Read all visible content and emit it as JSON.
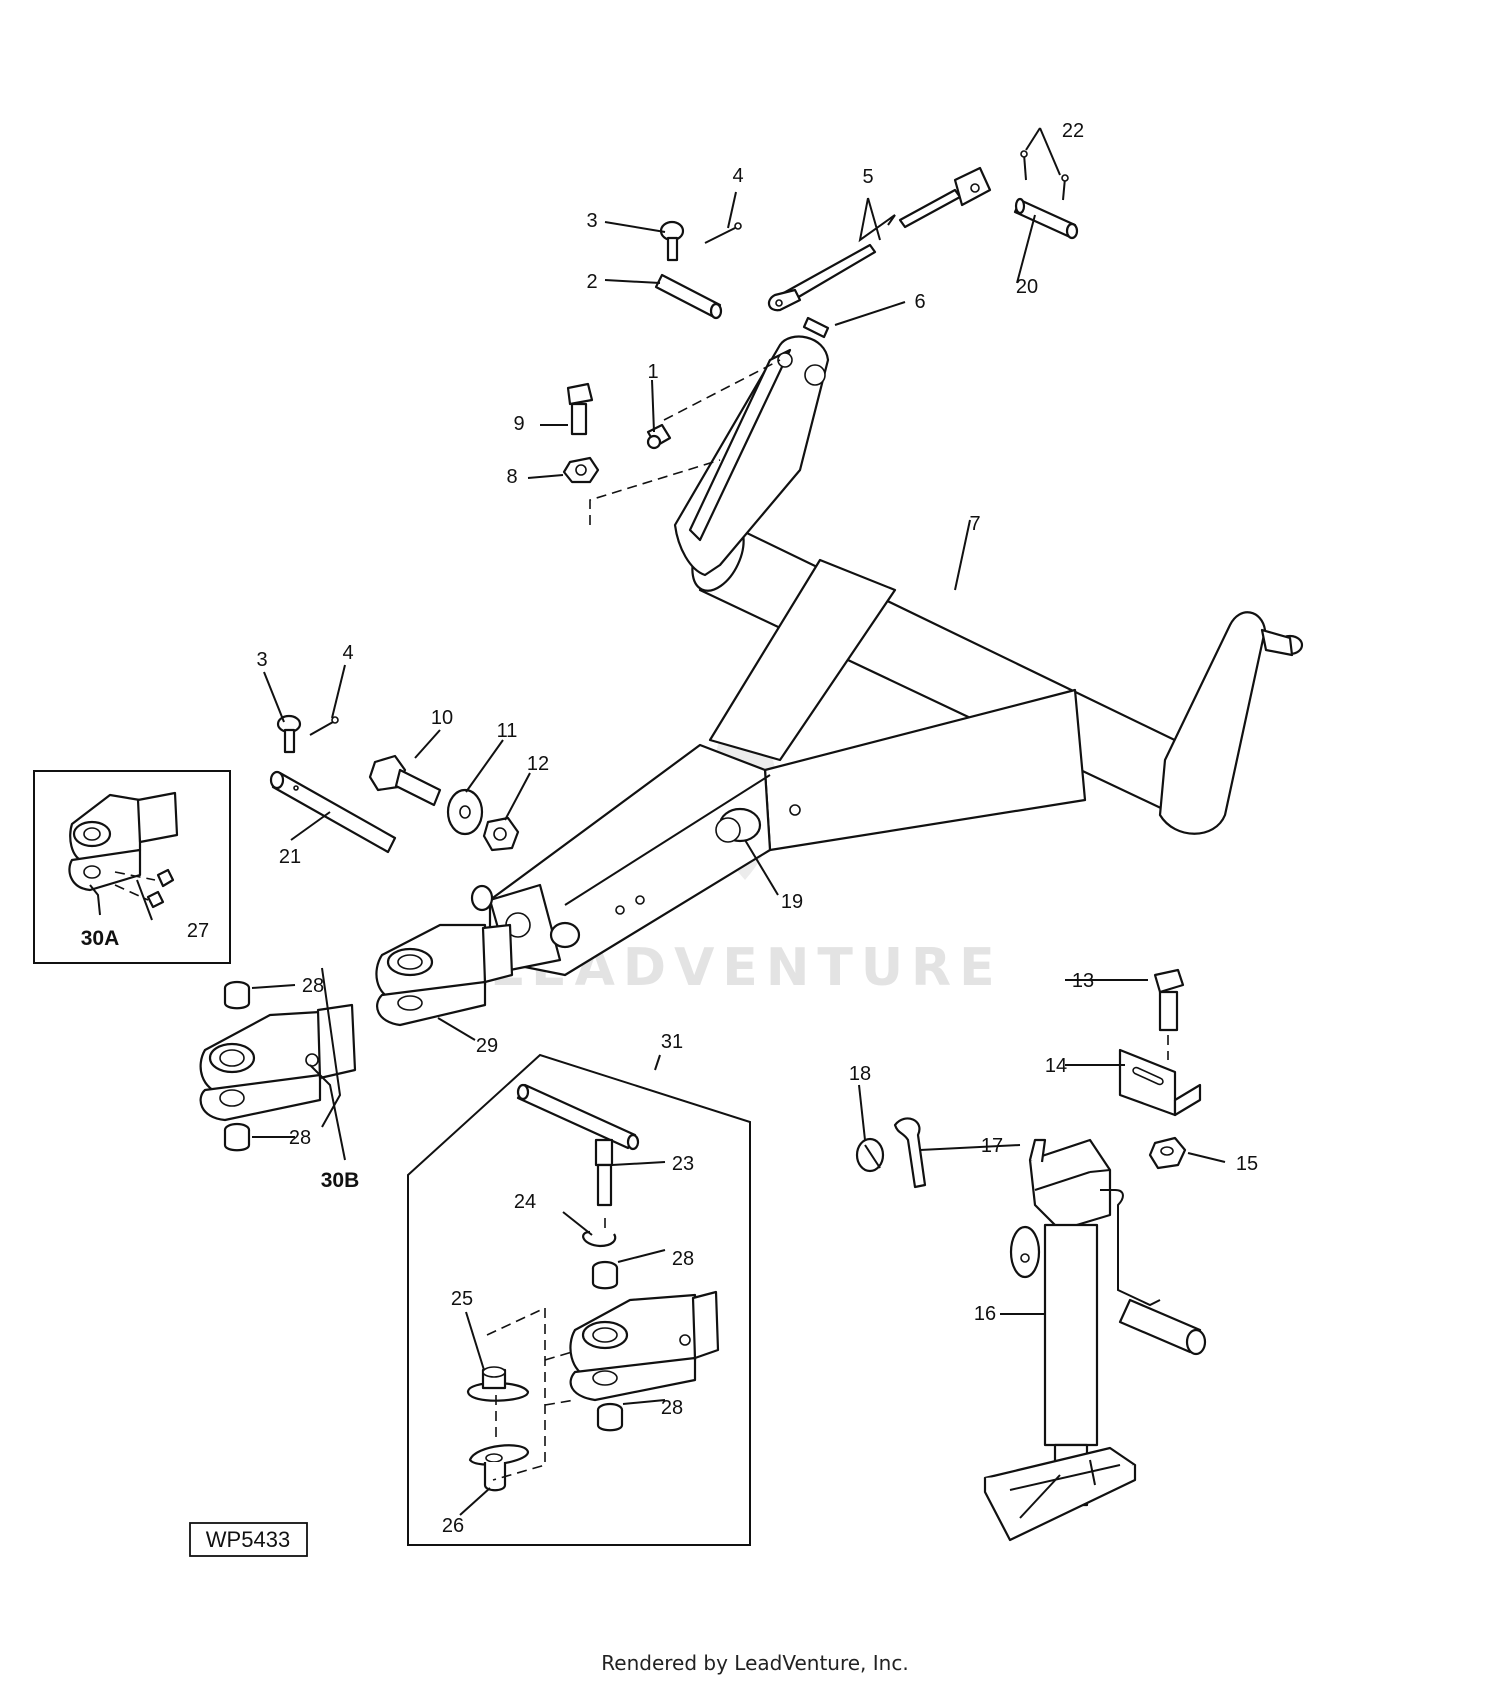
{
  "diagram": {
    "figure_code": "WP5433",
    "watermark": "LEADVENTURE",
    "footer": "Rendered by LeadVenture, Inc.",
    "callouts": [
      {
        "id": "c1",
        "text": "1"
      },
      {
        "id": "c2",
        "text": "2"
      },
      {
        "id": "c3a",
        "text": "3"
      },
      {
        "id": "c3b",
        "text": "3"
      },
      {
        "id": "c4a",
        "text": "4"
      },
      {
        "id": "c4b",
        "text": "4"
      },
      {
        "id": "c5",
        "text": "5"
      },
      {
        "id": "c6",
        "text": "6"
      },
      {
        "id": "c7",
        "text": "7"
      },
      {
        "id": "c8",
        "text": "8"
      },
      {
        "id": "c9",
        "text": "9"
      },
      {
        "id": "c10",
        "text": "10"
      },
      {
        "id": "c11",
        "text": "11"
      },
      {
        "id": "c12",
        "text": "12"
      },
      {
        "id": "c13",
        "text": "13"
      },
      {
        "id": "c14",
        "text": "14"
      },
      {
        "id": "c15",
        "text": "15"
      },
      {
        "id": "c16",
        "text": "16"
      },
      {
        "id": "c17",
        "text": "17"
      },
      {
        "id": "c18",
        "text": "18"
      },
      {
        "id": "c19",
        "text": "19"
      },
      {
        "id": "c20",
        "text": "20"
      },
      {
        "id": "c21",
        "text": "21"
      },
      {
        "id": "c22",
        "text": "22"
      },
      {
        "id": "c23",
        "text": "23"
      },
      {
        "id": "c24",
        "text": "24"
      },
      {
        "id": "c25",
        "text": "25"
      },
      {
        "id": "c26",
        "text": "26"
      },
      {
        "id": "c27",
        "text": "27"
      },
      {
        "id": "c28a",
        "text": "28"
      },
      {
        "id": "c28b",
        "text": "28"
      },
      {
        "id": "c28c",
        "text": "28"
      },
      {
        "id": "c28d",
        "text": "28"
      },
      {
        "id": "c29",
        "text": "29"
      },
      {
        "id": "c30a",
        "text": "30A"
      },
      {
        "id": "c30b",
        "text": "30B"
      },
      {
        "id": "c31",
        "text": "31"
      }
    ]
  }
}
